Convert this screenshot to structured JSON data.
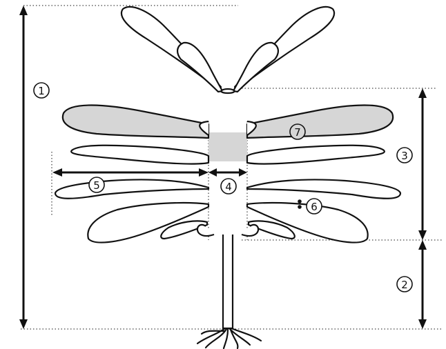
{
  "labels": {
    "l1": "1",
    "l2": "2",
    "l3": "3",
    "l4": "4",
    "l5": "5",
    "l6": "6",
    "l7": "7"
  },
  "colors": {
    "outline": "#111111",
    "shade": "#d6d6d6",
    "background": "#ffffff"
  }
}
